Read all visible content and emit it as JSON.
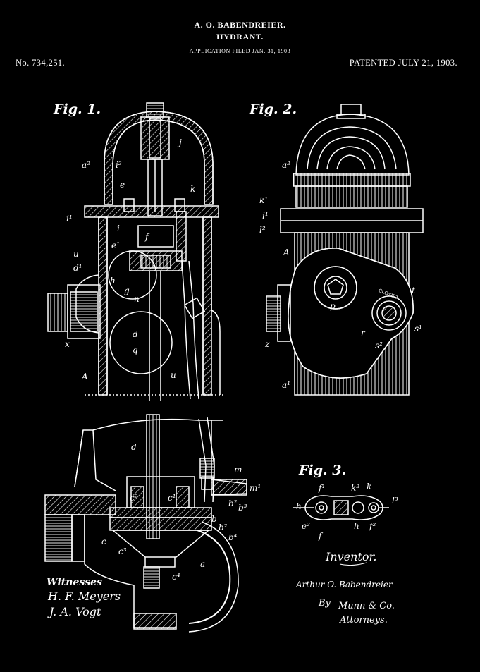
{
  "header": {
    "inventor": "A. O. BABENDREIER.",
    "title": "HYDRANT.",
    "application": "APPLICATION FILED JAN. 31, 1903",
    "patent_number": "No. 734,251.",
    "patent_date": "PATENTED JULY 21, 1903."
  },
  "figures": {
    "fig1": "Fig. 1.",
    "fig2": "Fig. 2.",
    "fig3": "Fig. 3."
  },
  "labels_fig1": [
    "a²",
    "i²",
    "j",
    "e",
    "k",
    "i¹",
    "f",
    "e¹",
    "i",
    "u",
    "d¹",
    "h",
    "g",
    "n",
    "x",
    "d",
    "q",
    "u",
    "A"
  ],
  "labels_fig2": [
    "a²",
    "k¹",
    "i¹",
    "l²",
    "A",
    "CLOSED",
    "t",
    "z",
    "p",
    "r",
    "s²",
    "s¹",
    "a¹"
  ],
  "labels_fig3": [
    "f¹",
    "k²",
    "k",
    "l³",
    "h",
    "e²",
    "f",
    "h",
    "f²"
  ],
  "labels_detail": [
    "d",
    "m",
    "m¹",
    "c²",
    "c¹",
    "b²",
    "b³",
    "b²",
    "b⁴",
    "b",
    "c",
    "c³",
    "a",
    "c⁴"
  ],
  "witnesses": {
    "heading": "Witnesses",
    "names": [
      "H. F. Meyers",
      "J. A. Vogt"
    ]
  },
  "inventor_block": {
    "heading": "Inventor.",
    "signature": "Arthur O. Babendreier",
    "by": "By",
    "attorney_firm": "Munn & Co.",
    "attorneys": "Attorneys."
  }
}
